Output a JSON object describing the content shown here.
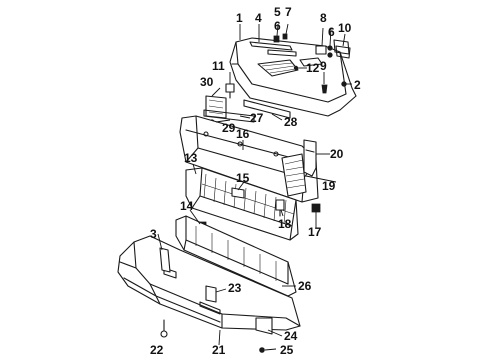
{
  "callouts": {
    "c1": "1",
    "c2": "2",
    "c3": "3",
    "c4": "4",
    "c5": "5",
    "c6": "6",
    "c7": "7",
    "c8": "8",
    "c9": "9",
    "c10": "10",
    "c11": "11",
    "c12": "12",
    "c13": "13",
    "c14": "14",
    "c15": "15",
    "c16": "16",
    "c17": "17",
    "c18": "18",
    "c19": "19",
    "c20": "20",
    "c21": "21",
    "c22": "22",
    "c23": "23",
    "c24": "24",
    "c25": "25",
    "c26": "26",
    "c27": "27",
    "c28": "28",
    "c29": "29",
    "c30": "30"
  }
}
